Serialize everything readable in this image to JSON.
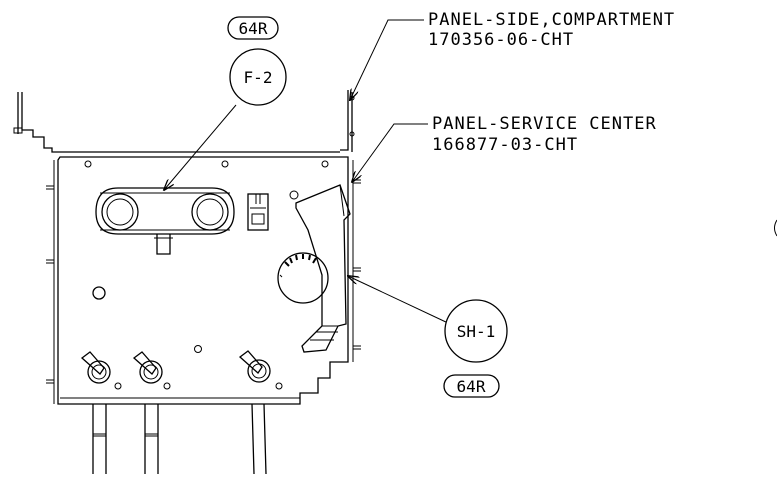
{
  "callouts": {
    "panel_side": {
      "title": "PANEL-SIDE,COMPARTMENT",
      "part_number": "170356-06-CHT"
    },
    "panel_service": {
      "title": "PANEL-SERVICE CENTER",
      "part_number": "166877-03-CHT"
    }
  },
  "balloons": {
    "f2": {
      "label": "F-2",
      "sheet": "64R"
    },
    "sh1": {
      "label": "SH-1",
      "sheet": "64R"
    }
  }
}
